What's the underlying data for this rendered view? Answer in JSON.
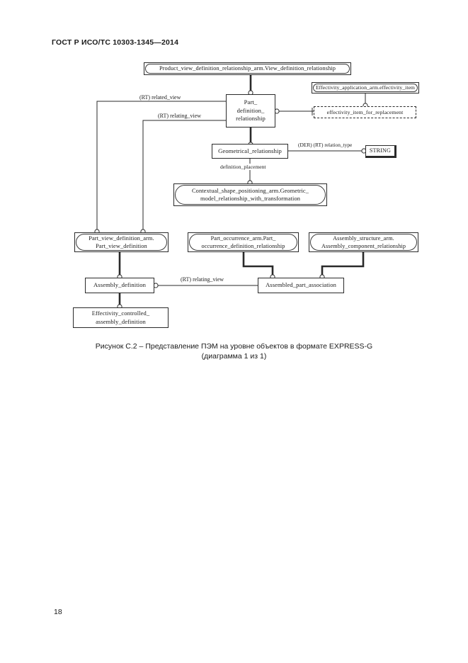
{
  "document": {
    "header": "ГОСТ Р ИСО/ТС 10303-1345—2014",
    "page_number": "18"
  },
  "figure": {
    "caption_line1": "Рисунок  С.2 – Представление ПЭМ на уровне объектов в формате EXPRESS-G",
    "caption_line2": "(диаграмма 1 из 1)"
  },
  "diagram": {
    "type": "EXPRESS-G entity-level diagram",
    "nodes": [
      {
        "id": "product_view_definition_relationship",
        "label": "Product_view_definition_relationship_arm.View_definition_relationship",
        "kind": "schema-reference"
      },
      {
        "id": "part_definition_relationship",
        "label": "Part_definition_relationship",
        "label_lines": [
          "Part_",
          "definition_",
          "relationship"
        ],
        "kind": "entity"
      },
      {
        "id": "effectivity_application_arm",
        "label": "Effectivity_application_arm.effectivity_item",
        "kind": "schema-reference"
      },
      {
        "id": "effectivity_item_for_replacement",
        "label": "effectivity_item_for_replacement",
        "kind": "select-type"
      },
      {
        "id": "geometrical_relationship",
        "label": "Geometrical_relationship",
        "kind": "entity"
      },
      {
        "id": "string_type",
        "label": "STRING",
        "kind": "simple-type"
      },
      {
        "id": "contextual_shape_positioning",
        "label": "Contextual_shape_positioning_arm.Geometric_model_relationship_with_transformation",
        "label_lines": [
          "Contextual_shape_positioning_arm.Geometric_",
          "model_relationship_with_transformation"
        ],
        "kind": "schema-reference"
      },
      {
        "id": "part_view_definition",
        "label": "Part_view_definition_arm.Part_view_definition",
        "label_lines": [
          "Part_view_definition_arm.",
          "Part_view_definition"
        ],
        "kind": "schema-reference"
      },
      {
        "id": "part_occurrence",
        "label": "Part_occurrence_arm.Part_occurrence_definition_relationship",
        "label_lines": [
          "Part_occurrence_arm.Part_",
          "occurrence_definition_relationship"
        ],
        "kind": "schema-reference"
      },
      {
        "id": "assembly_structure",
        "label": "Assembly_structure_arm.Assembly_component_relationship",
        "label_lines": [
          "Assembly_structure_arm.",
          "Assembly_component_relationship"
        ],
        "kind": "schema-reference"
      },
      {
        "id": "assembly_definition",
        "label": "Assembly_definition",
        "kind": "entity"
      },
      {
        "id": "assembled_part_association",
        "label": "Assembled_part_association",
        "kind": "entity"
      },
      {
        "id": "effectivity_controlled_assembly_definition",
        "label": "Effectivity_controlled_assembly_definition",
        "label_lines": [
          "Effectivity_controlled_",
          "assembly_definition"
        ],
        "kind": "entity"
      }
    ],
    "edge_labels": [
      {
        "id": "related_view",
        "text": "(RT) related_view"
      },
      {
        "id": "relating_view",
        "text": "(RT) relating_view"
      },
      {
        "id": "relation_type",
        "text": "(DER) (RT) relation_type"
      },
      {
        "id": "definition_placement",
        "text": "definition_placement"
      },
      {
        "id": "relating_view_2",
        "text": "(RT) relating_view"
      }
    ],
    "colors": {
      "line": "#2a2a2a",
      "text": "#1a1a1a",
      "background": "#ffffff"
    }
  }
}
